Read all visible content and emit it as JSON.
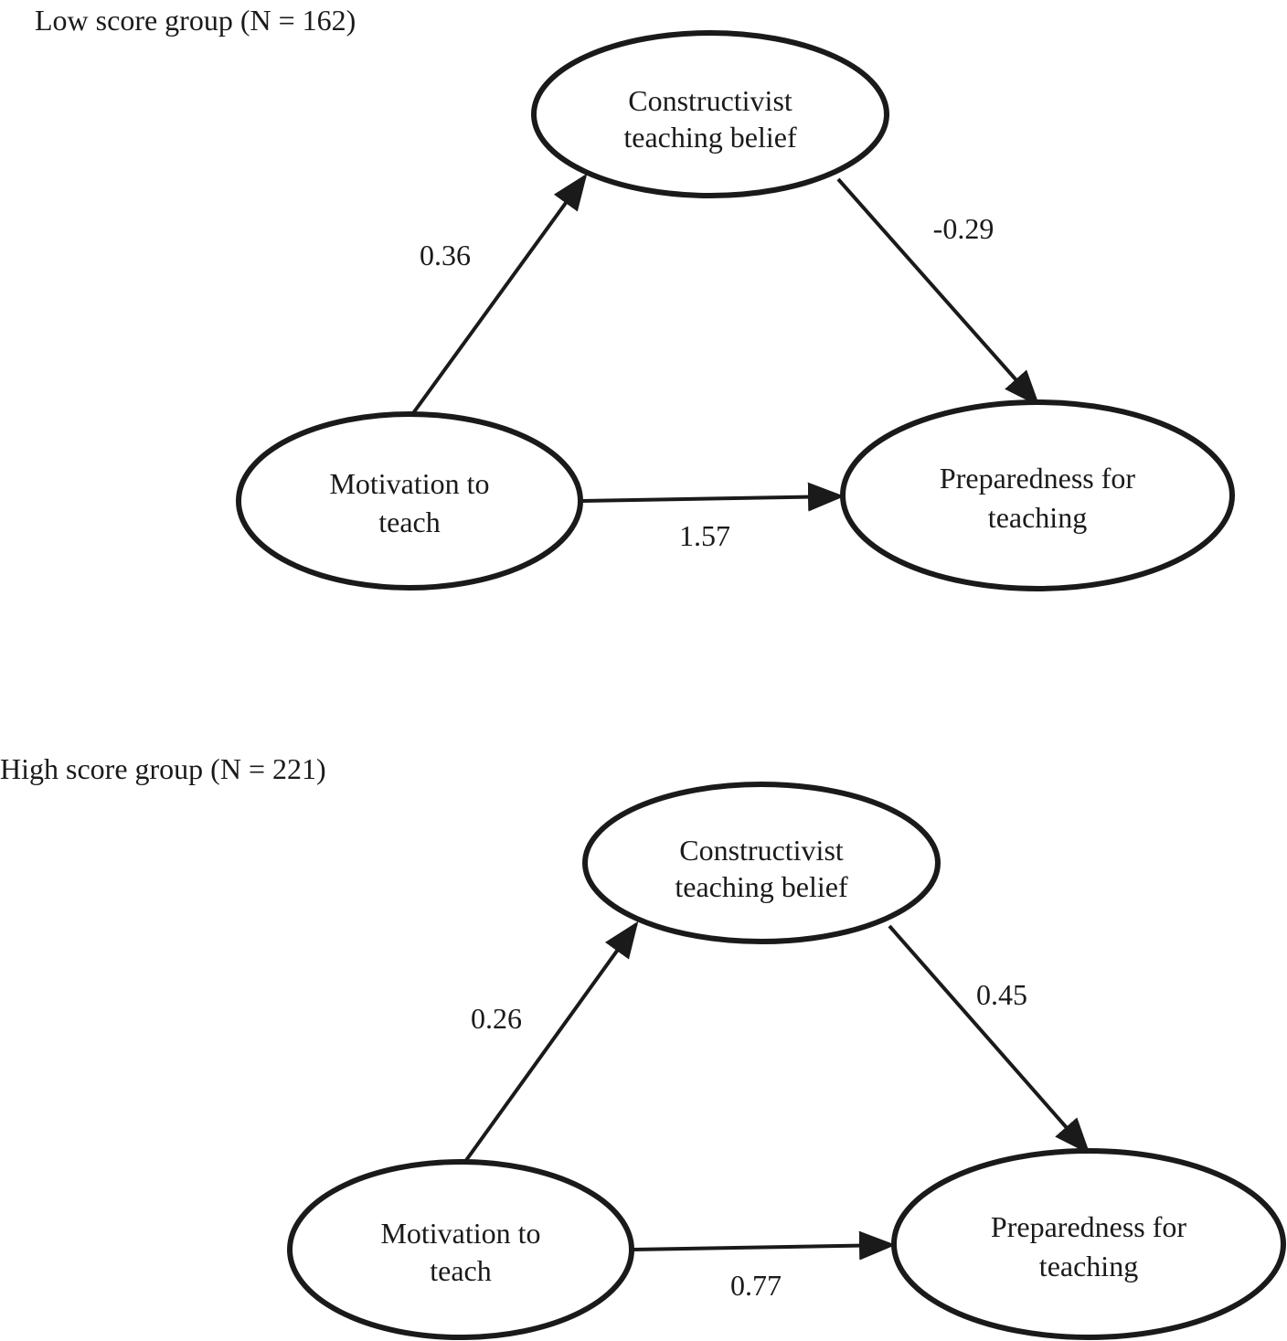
{
  "groups": [
    {
      "title": "Low score group (N = 162)",
      "nodes": {
        "belief": [
          "Constructivist",
          "teaching belief"
        ],
        "motivation": [
          "Motivation to",
          "teach"
        ],
        "preparedness": [
          "Preparedness for",
          "teaching"
        ]
      },
      "paths": {
        "motivation_to_belief": "0.36",
        "belief_to_preparedness": "-0.29",
        "motivation_to_preparedness": "1.57"
      }
    },
    {
      "title": "High score group (N = 221)",
      "nodes": {
        "belief": [
          "Constructivist",
          "teaching belief"
        ],
        "motivation": [
          "Motivation to",
          "teach"
        ],
        "preparedness": [
          "Preparedness for",
          "teaching"
        ]
      },
      "paths": {
        "motivation_to_belief": "0.26",
        "belief_to_preparedness": "0.45",
        "motivation_to_preparedness": "0.77"
      }
    }
  ],
  "colors": {
    "stroke": "#1a1a1a",
    "background": "#ffffff"
  }
}
